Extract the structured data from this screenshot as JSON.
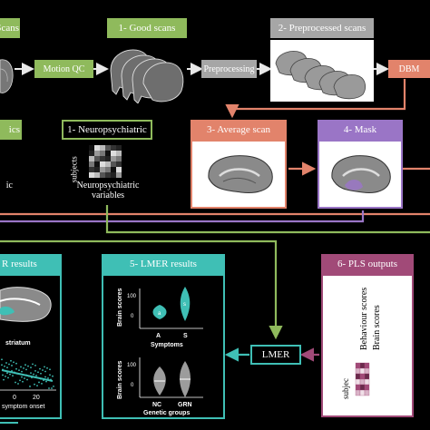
{
  "colors": {
    "green": "#8fba5c",
    "grey": "#a6a6a6",
    "orange": "#e2836b",
    "purple": "#9a75c6",
    "teal": "#3fbfb5",
    "magenta": "#a14a78",
    "flow_white": "#e9e9e9"
  },
  "stages": {
    "raw_scans_header": "Scans",
    "good_scans_header": "1- Good scans",
    "preprocessed_header": "2- Preprocessed scans",
    "average_scan_header": "3- Average scan",
    "mask_header": "4- Mask",
    "clinical_header": "ics",
    "clinical_body": "ic",
    "neuropsych_header": "1- Neuropsychiatric",
    "neuropsych_matrix_ylabel": "subjects",
    "neuropsych_matrix_xlabel": "Neuropsychiatric variables",
    "lmer_left_header": "R results",
    "lmer_header": "5- LMER results",
    "pls_header": "6- PLS outputs"
  },
  "steps": {
    "motion_qc": "Motion QC",
    "preprocessing": "Preprocessing",
    "dbm": "DBM",
    "lmer": "LMER"
  },
  "left_results": {
    "region_label": "striatum",
    "x_axis_label": "symptom onset",
    "tick_0": "0",
    "tick_20": "20"
  },
  "lmer_results": {
    "plot1_ylabel": "Brain scores",
    "plot1_xlabel": "Symptoms",
    "plot1_categories": [
      "A",
      "S"
    ],
    "plot1_yticks": [
      "100",
      "0"
    ],
    "plot1_marker_a": "a",
    "plot1_marker_s": "s",
    "plot2_ylabel": "Brain scores",
    "plot2_xlabel": "Genetic groups",
    "plot2_categories": [
      "NC",
      "GRN"
    ],
    "plot2_yticks": [
      "100",
      "0"
    ]
  },
  "pls_outputs": {
    "behaviour_label": "Behaviour scores",
    "brain_label": "Brain scores",
    "subjects_label": "subjec"
  }
}
